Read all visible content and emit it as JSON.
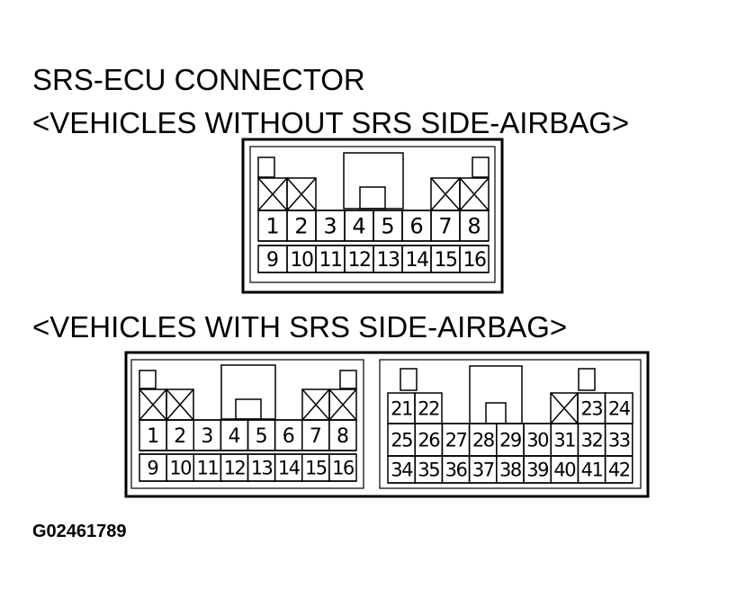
{
  "heading": "SRS-ECU CONNECTOR",
  "subheading_without": "<VEHICLES WITHOUT SRS SIDE-AIRBAG>",
  "subheading_with": "<VEHICLES WITH SRS SIDE-AIRBAG>",
  "figure_code": "G02461789",
  "connector_a": {
    "pins_row1": [
      "1",
      "2",
      "3",
      "4",
      "5",
      "6",
      "7",
      "8"
    ],
    "pins_row2": [
      "9",
      "10",
      "11",
      "12",
      "13",
      "14",
      "15",
      "16"
    ]
  },
  "connector_b_left": {
    "pins_row1": [
      "1",
      "2",
      "3",
      "4",
      "5",
      "6",
      "7",
      "8"
    ],
    "pins_row2": [
      "9",
      "10",
      "11",
      "12",
      "13",
      "14",
      "15",
      "16"
    ]
  },
  "connector_b_right": {
    "pins_top_left": [
      "21",
      "22"
    ],
    "pins_top_right": [
      "23",
      "24"
    ],
    "pins_row_mid": [
      "25",
      "26",
      "27",
      "28",
      "29",
      "30",
      "31",
      "32",
      "33"
    ],
    "pins_row_bottom": [
      "34",
      "35",
      "36",
      "37",
      "38",
      "39",
      "40",
      "41",
      "42"
    ]
  }
}
